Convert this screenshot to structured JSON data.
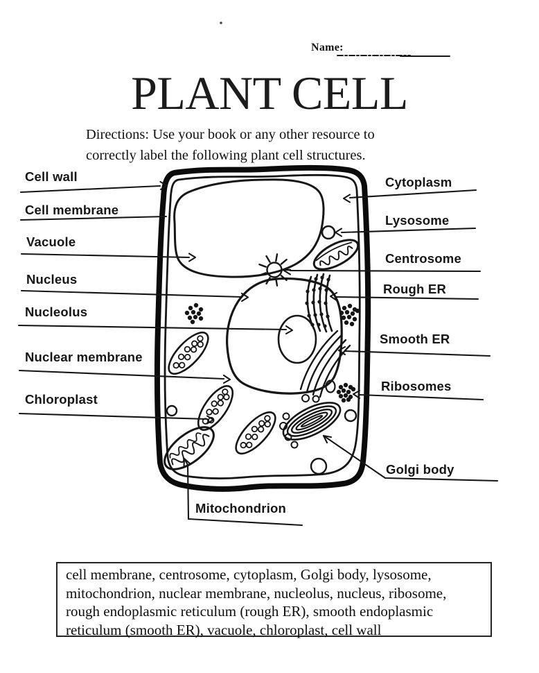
{
  "header": {
    "name_label": "Name:",
    "title": "PLANT CELL",
    "directions": [
      "Directions: Use your book or any other resource to",
      "correctly label the following plant cell structures."
    ]
  },
  "labels": {
    "left": [
      "Cell wall",
      "Cell membrane",
      "Vacuole",
      "Nucleus",
      "Nucleolus",
      "Nuclear membrane",
      "Chloroplast"
    ],
    "right": [
      "Cytoplasm",
      "Lysosome",
      "Centrosome",
      "Rough ER",
      "Smooth ER",
      "Ribosomes",
      "Golgi body"
    ],
    "bottom": [
      "Mitochondrion"
    ]
  },
  "word_bank": {
    "lines": [
      "cell membrane, centrosome, cytoplasm, Golgi body, lysosome,",
      "mitochondrion, nuclear membrane, nucleolus, nucleus, ribosome,",
      "rough endoplasmic reticulum (rough ER), smooth endoplasmic",
      "reticulum (smooth ER), vacuole, chloroplast, cell wall"
    ]
  },
  "diagram": {
    "organelles": [
      "cell-wall",
      "cell-membrane",
      "cytoplasm",
      "vacuole",
      "nucleus",
      "nucleolus",
      "nuclear-membrane",
      "centrosome",
      "lysosome",
      "mitochondrion-top",
      "mitochondrion-bottom",
      "chloroplast-1",
      "chloroplast-2",
      "chloroplast-3",
      "rough-er",
      "smooth-er",
      "golgi-body",
      "ribosome-clusters",
      "vesicles"
    ]
  },
  "colors": {
    "ink": "#141414",
    "paper": "#ffffff"
  }
}
